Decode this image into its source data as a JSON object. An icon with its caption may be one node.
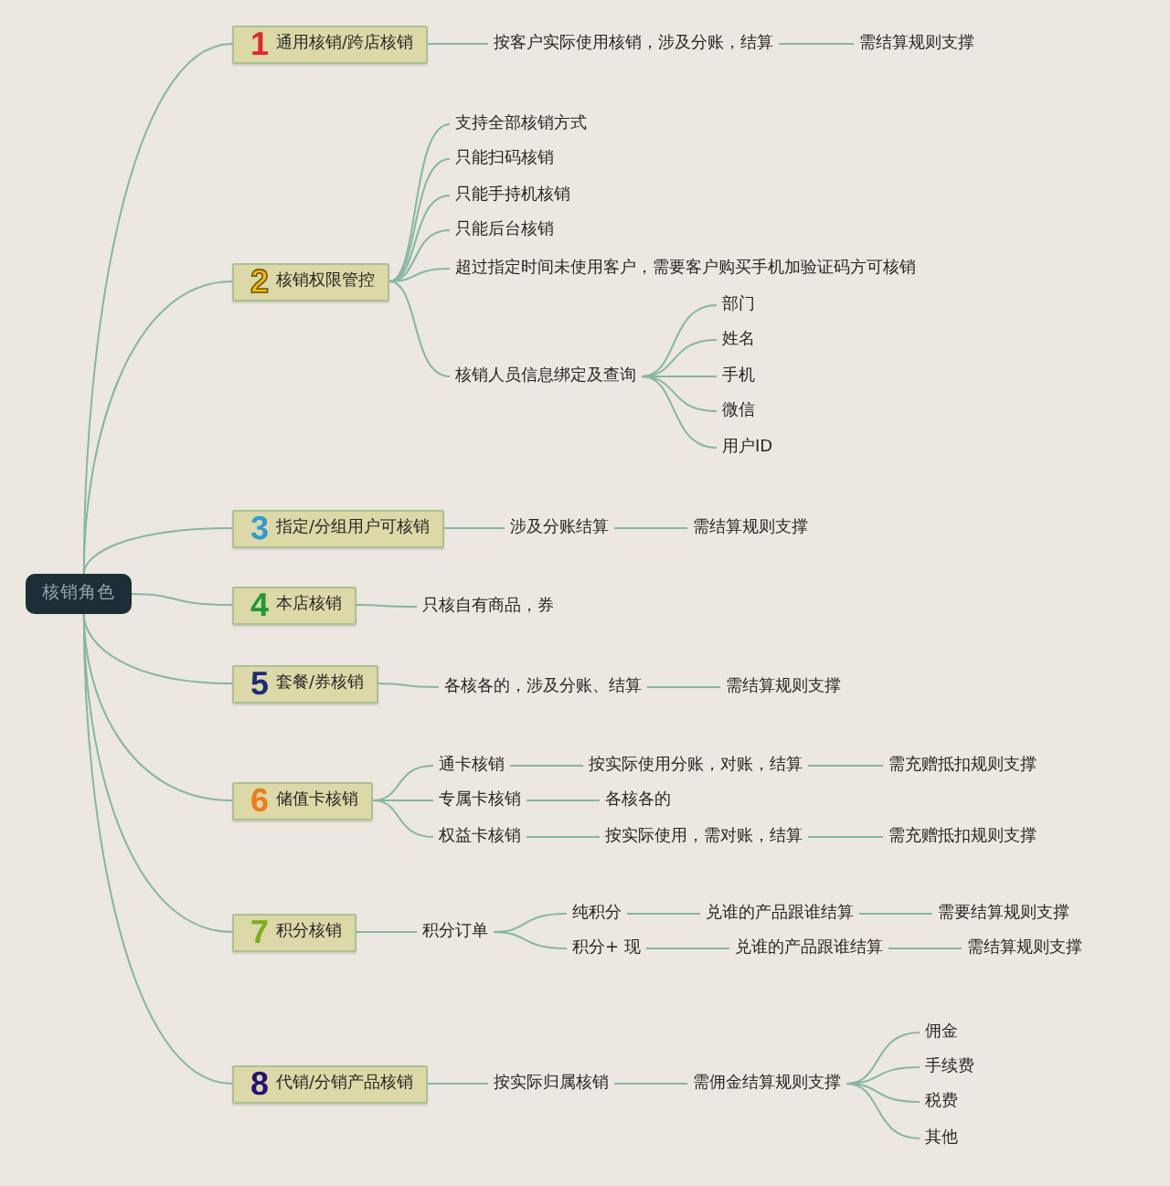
{
  "diagram": {
    "nodes": [
      {
        "text": [
          "核销角色"
        ]
      },
      {
        "text": [
          "1",
          "通用核销/跨店核销"
        ]
      },
      {
        "text": [
          "按客户实际使用核销，涉及分账，结算"
        ]
      },
      {
        "text": [
          "需结算规则支撑"
        ]
      },
      {
        "text": [
          "2",
          "核销权限管控"
        ]
      },
      {
        "text": [
          "支持全部核销方式"
        ]
      },
      {
        "text": [
          "只能扫码核销"
        ]
      },
      {
        "text": [
          "只能手持机核销"
        ]
      },
      {
        "text": [
          "只能后台核销"
        ]
      },
      {
        "text": [
          "超过指定时间未使用客户，需要客户购买手机加验证码方可核销"
        ]
      },
      {
        "text": [
          "核销人员信息绑定及查询"
        ]
      },
      {
        "text": [
          "部门"
        ]
      },
      {
        "text": [
          "姓名"
        ]
      },
      {
        "text": [
          "手机"
        ]
      },
      {
        "text": [
          "微信"
        ]
      },
      {
        "text": [
          "用户ID"
        ]
      },
      {
        "text": [
          "3",
          "指定/分组用户可核销"
        ]
      },
      {
        "text": [
          "涉及分账结算"
        ]
      },
      {
        "text": [
          "需结算规则支撑"
        ]
      },
      {
        "text": [
          "4",
          "本店核销"
        ]
      },
      {
        "text": [
          "只核自有商品，券"
        ]
      },
      {
        "text": [
          "5",
          "套餐/券核销"
        ]
      },
      {
        "text": [
          "各核各的，涉及分账、结算"
        ]
      },
      {
        "text": [
          "需结算规则支撑"
        ]
      },
      {
        "text": [
          "6",
          "储值卡核销"
        ]
      },
      {
        "text": [
          "通卡核销"
        ]
      },
      {
        "text": [
          "按实际使用分账，对账，结算"
        ]
      },
      {
        "text": [
          "需充赠抵扣规则支撑"
        ]
      },
      {
        "text": [
          "专属卡核销"
        ]
      },
      {
        "text": [
          "各核各的"
        ]
      },
      {
        "text": [
          "权益卡核销"
        ]
      },
      {
        "text": [
          "按实际使用，需对账，结算"
        ]
      },
      {
        "text": [
          "需充赠抵扣规则支撑"
        ]
      },
      {
        "text": [
          "7",
          "积分核销"
        ]
      },
      {
        "text": [
          "积分订单"
        ]
      },
      {
        "text": [
          "纯积分"
        ]
      },
      {
        "text": [
          "兑谁的产品跟谁结算"
        ]
      },
      {
        "text": [
          "需要结算规则支撑"
        ]
      },
      {
        "text": [
          "积分+ 现"
        ]
      },
      {
        "text": [
          "兑谁的产品跟谁结算"
        ]
      },
      {
        "text": [
          "需结算规则支撑"
        ]
      },
      {
        "text": [
          "8",
          "代销/分销产品核销"
        ]
      },
      {
        "text": [
          "按实际归属核销"
        ]
      },
      {
        "text": [
          "需佣金结算规则支撑"
        ]
      },
      {
        "text": [
          "佣金"
        ]
      },
      {
        "text": [
          "手续费"
        ]
      },
      {
        "text": [
          "税费"
        ]
      },
      {
        "text": [
          "其他"
        ]
      }
    ],
    "edges": [
      {
        "from": 0,
        "to": 1,
        "arrow": "none"
      },
      {
        "from": 0,
        "to": 4,
        "arrow": "none"
      },
      {
        "from": 0,
        "to": 16,
        "arrow": "none"
      },
      {
        "from": 0,
        "to": 19,
        "arrow": "none"
      },
      {
        "from": 0,
        "to": 21,
        "arrow": "none"
      },
      {
        "from": 0,
        "to": 24,
        "arrow": "none"
      },
      {
        "from": 0,
        "to": 33,
        "arrow": "none"
      },
      {
        "from": 0,
        "to": 41,
        "arrow": "none"
      },
      {
        "from": 1,
        "to": 2,
        "arrow": "none"
      },
      {
        "from": 2,
        "to": 3,
        "arrow": "none"
      },
      {
        "from": 4,
        "to": 5,
        "arrow": "none"
      },
      {
        "from": 4,
        "to": 6,
        "arrow": "none"
      },
      {
        "from": 4,
        "to": 7,
        "arrow": "none"
      },
      {
        "from": 4,
        "to": 8,
        "arrow": "none"
      },
      {
        "from": 4,
        "to": 9,
        "arrow": "none"
      },
      {
        "from": 4,
        "to": 10,
        "arrow": "none"
      },
      {
        "from": 10,
        "to": 11,
        "arrow": "none"
      },
      {
        "from": 10,
        "to": 12,
        "arrow": "none"
      },
      {
        "from": 10,
        "to": 13,
        "arrow": "none"
      },
      {
        "from": 10,
        "to": 14,
        "arrow": "none"
      },
      {
        "from": 10,
        "to": 15,
        "arrow": "none"
      },
      {
        "from": 16,
        "to": 17,
        "arrow": "none"
      },
      {
        "from": 17,
        "to": 18,
        "arrow": "none"
      },
      {
        "from": 19,
        "to": 20,
        "arrow": "none"
      },
      {
        "from": 21,
        "to": 22,
        "arrow": "none"
      },
      {
        "from": 22,
        "to": 23,
        "arrow": "none"
      },
      {
        "from": 24,
        "to": 25,
        "arrow": "none"
      },
      {
        "from": 25,
        "to": 26,
        "arrow": "none"
      },
      {
        "from": 26,
        "to": 27,
        "arrow": "none"
      },
      {
        "from": 24,
        "to": 28,
        "arrow": "none"
      },
      {
        "from": 28,
        "to": 29,
        "arrow": "none"
      },
      {
        "from": 24,
        "to": 30,
        "arrow": "none"
      },
      {
        "from": 30,
        "to": 31,
        "arrow": "none"
      },
      {
        "from": 31,
        "to": 32,
        "arrow": "none"
      },
      {
        "from": 33,
        "to": 34,
        "arrow": "none"
      },
      {
        "from": 34,
        "to": 35,
        "arrow": "none"
      },
      {
        "from": 35,
        "to": 36,
        "arrow": "none"
      },
      {
        "from": 36,
        "to": 37,
        "arrow": "none"
      },
      {
        "from": 34,
        "to": 38,
        "arrow": "none"
      },
      {
        "from": 38,
        "to": 39,
        "arrow": "none"
      },
      {
        "from": 39,
        "to": 40,
        "arrow": "none"
      },
      {
        "from": 41,
        "to": 42,
        "arrow": "none"
      },
      {
        "from": 42,
        "to": 43,
        "arrow": "none"
      },
      {
        "from": 43,
        "to": 44,
        "arrow": "none"
      },
      {
        "from": 43,
        "to": 45,
        "arrow": "none"
      },
      {
        "from": 43,
        "to": 46,
        "arrow": "none"
      },
      {
        "from": 43,
        "to": 47,
        "arrow": "none"
      }
    ]
  }
}
